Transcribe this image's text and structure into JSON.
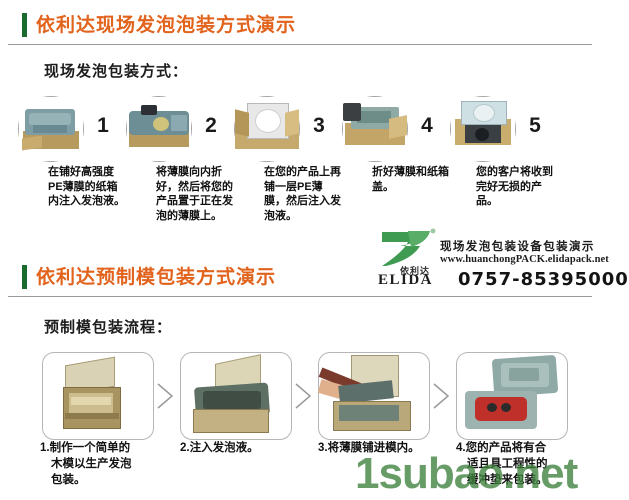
{
  "page": {
    "watermark": "1subao.net",
    "accent_orange": "#e1631c",
    "accent_green": "#1a6b2e",
    "logo_green": "#3c9a4e"
  },
  "section1": {
    "header_title": "依利达现场发泡泡装方式演示",
    "subheading": "现场发泡包装方式：",
    "steps": [
      {
        "num": "1",
        "caption": "在铺好高强度PE薄膜的纸箱内注入发泡液。",
        "image": "foam-in-carton-photo"
      },
      {
        "num": "2",
        "caption": "将薄膜向内折好，然后将您的产品置于正在发泡的薄膜上。",
        "image": "product-on-foam-photo"
      },
      {
        "num": "3",
        "caption": "在您的产品上再铺一层PE薄膜，然后注入发泡液。",
        "image": "second-film-layer-photo"
      },
      {
        "num": "4",
        "caption": "折好薄膜和纸箱盖。",
        "image": "closing-carton-photo"
      },
      {
        "num": "5",
        "caption": "您的客户将收到完好无损的产品。",
        "image": "opened-finished-carton-photo"
      }
    ]
  },
  "logo": {
    "brand_cn": "依利达",
    "brand_en": "ELIDA",
    "tagline": "现场发泡包装设备包装演示",
    "url": "www.huanchongPACK.elidapack.net",
    "phone": "0757-85395000",
    "mark": "elida-leaf-logo"
  },
  "section2": {
    "header_title": "依利达预制模包装方式演示",
    "subheading": "预制模包装流程：",
    "steps": [
      {
        "caption_line1": "1.制作一个简单的",
        "caption_line2": "木模以生产发泡",
        "caption_line3": "包装。",
        "image": "wooden-mold-photo"
      },
      {
        "caption_line1": "2.注入发泡液。",
        "caption_line2": "",
        "caption_line3": "",
        "image": "pouring-foam-photo"
      },
      {
        "caption_line1": "3.将薄膜铺进模内。",
        "caption_line2": "",
        "caption_line3": "",
        "image": "laying-film-photo"
      },
      {
        "caption_line1": "4.您的产品将有合",
        "caption_line2": "适且具工程性的",
        "caption_line3": "缓冲垫来包装。",
        "image": "finished-cushion-photo"
      }
    ]
  }
}
